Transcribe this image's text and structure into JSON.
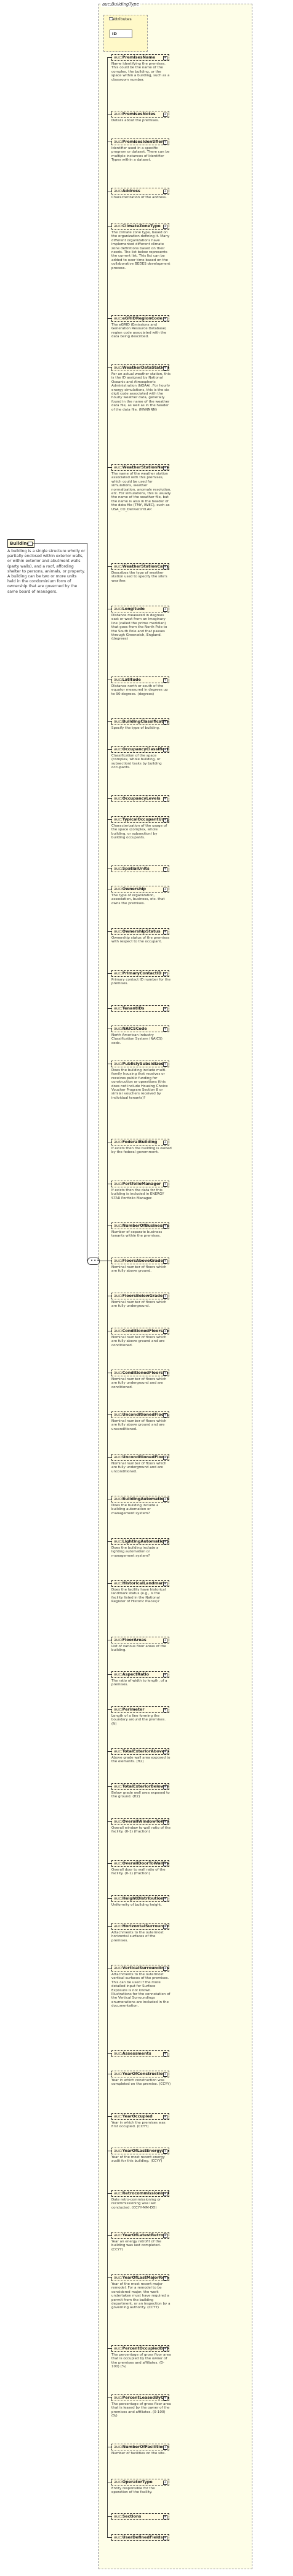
{
  "frame_title": "auc:BuildingType",
  "attributes_label": "attributes",
  "attribute_id": "ID",
  "root": {
    "name": "Building",
    "doc": "A building is a single structure wholly or partially enclosed within exterior walls, or within exterior and abutment walls (party walls), and a roof, affording shelter to persons, animals, or property. A building can be two or more units held in the condominium form of ownership that are governed by the same board of managers."
  },
  "sequence_icon": "sequence-compositor",
  "elements": [
    {
      "name": "PremisesName",
      "doc": "Name identifying the premises. This could be the name of the complex, the building, or the space within a building, such as a classroom number."
    },
    {
      "name": "PremisesNotes",
      "doc": "Details about the premises."
    },
    {
      "name": "PremisesIdentifiers",
      "doc": "Identifier used in a specific program or dataset. There can be multiple instances of Identifier Types within a dataset."
    },
    {
      "name": "Address",
      "doc": "Characterization of the address."
    },
    {
      "name": "ClimateZoneType",
      "doc": "The climate zone type, based on the organization defining it. Many different organizations have implemented different climate zone definitions based on their needs. The list below represents the current list. This list can be added to over time based on the collaborative BEDES development process."
    },
    {
      "name": "eGRIDRegionCode",
      "doc": "The eGRID (Emissions and Generation Resource Database) region code associated with the data being described."
    },
    {
      "name": "WeatherDataStationID",
      "doc": "For an actual weather station, this is the ID assigned by National Oceanic and Atmospheric Administration (NOAA). For hourly energy simulations, this is the six digit code associated with the hourly weather data, generally found in the name of the weather data file, as well as in the header of the data file. (NNNNNN)"
    },
    {
      "name": "WeatherStationName",
      "doc": "The name of the weather station associated with this premises, which could be used for simulations, weather normalization, anomaly resolution, etc. For simulations, this is usually the name of the weather file, but the name is also in the header of the data file (TMY, IWEC), such as USA_CO_Denver.Intl.AP."
    },
    {
      "name": "WeatherStationCategory",
      "doc": "Describes the type of weather station used to specify the site's weather."
    },
    {
      "name": "Longitude",
      "doc": "Distance measured in degrees east or west from an imaginary line (called the prime meridian) that goes from the North Pole to the South Pole and that passes through Greenwich, England. (degrees)"
    },
    {
      "name": "Latitude",
      "doc": "Distance north or south of the equator measured in degrees up to 90 degrees. (degrees)"
    },
    {
      "name": "BuildingClassification",
      "doc": "Specify the type of building."
    },
    {
      "name": "OccupancyClassification",
      "doc": "Classification of the space (complex, whole building, or subsection) tasks by building occupants."
    },
    {
      "name": "OccupancyLevels",
      "doc": ""
    },
    {
      "name": "TypicalOccupantUsages",
      "doc": "Characterization of the usage of the space (complex, whole building, or subsection) by building occupants."
    },
    {
      "name": "SpatialUnits",
      "doc": ""
    },
    {
      "name": "Ownership",
      "doc": "The type of organization, association, business, etc. that owns the premises."
    },
    {
      "name": "OwnershipStatus",
      "doc": "Ownership status of the premises with respect to the occupant."
    },
    {
      "name": "PrimaryContactID",
      "doc": "Primary contact ID number for the premises."
    },
    {
      "name": "TenantIDs",
      "doc": ""
    },
    {
      "name": "NAICSCode",
      "doc": "North American Industry Classification System (NAICS) code."
    },
    {
      "name": "PubliclySubsidized",
      "doc": "Does the building include multi-family housing that receives or receives public funding for construction or operations (this does not include Housing Choice Voucher Program Section 8 or similar vouchers received by individual tenants)?"
    },
    {
      "name": "FederalBuilding",
      "doc": "If exists then the building is owned by the federal government."
    },
    {
      "name": "PortfolioManager",
      "doc": "If exists then the data for this building is included in ENERGY STAR Portfolio Manager."
    },
    {
      "name": "NumberOfBusinesses",
      "doc": "Number of separate business tenants within the premises."
    },
    {
      "name": "FloorsAboveGrade",
      "doc": "Nominal number of floors which are fully above ground."
    },
    {
      "name": "FloorsBelowGrade",
      "doc": "Nominal number of floors which are fully underground."
    },
    {
      "name": "ConditionedFloorsAboveGrade",
      "doc": "Nominal number of floors which are fully above ground and are conditioned."
    },
    {
      "name": "ConditionedFloorsBelowGrade",
      "doc": "Nominal number of floors which are fully underground and are conditioned."
    },
    {
      "name": "UnconditionedFloorsAboveGrade",
      "doc": "Nominal number of floors which are fully above ground and are unconditioned."
    },
    {
      "name": "UnconditionedFloorsBelowGrade",
      "doc": "Nominal number of floors which are fully underground and are unconditioned."
    },
    {
      "name": "BuildingAutomationSystem",
      "doc": "Does the building include a building automation or management system?"
    },
    {
      "name": "LightingAutomationSystem",
      "doc": "Does the building include a lighting automation or management system?"
    },
    {
      "name": "HistoricalLandmark",
      "doc": "Does the facility have historical landmark status (e.g., is the facility listed in the National Register of Historic Places)?"
    },
    {
      "name": "FloorAreas",
      "doc": "List of various floor areas of the building."
    },
    {
      "name": "AspectRatio",
      "doc": "The ratio of width to length, of a premises."
    },
    {
      "name": "Perimeter",
      "doc": "Length of a line forming the boundary around the premises. (ft)"
    },
    {
      "name": "TotalExteriorAboveGradeWallArea",
      "doc": "Above grade wall area exposed to the elements. (ft2)"
    },
    {
      "name": "TotalExteriorBelowGradeWallArea",
      "doc": "Below grade wall area exposed to the ground. (ft2)"
    },
    {
      "name": "OverallWindowToWallRatio",
      "doc": "Overall window to wall ratio of the facility. (0-1) (fraction)"
    },
    {
      "name": "OverallDoorToWallRatio",
      "doc": "Overall door to wall ratio of the facility. (0-1) (fraction)"
    },
    {
      "name": "HeightDistribution",
      "doc": "Uniformity of building height."
    },
    {
      "name": "HorizontalSurroundings",
      "doc": "Attachments to the outermost horizontal surfaces of the premises."
    },
    {
      "name": "VerticalSurroundings",
      "doc": "Attachments to the outermost vertical surfaces of the premises. This can be used if the more detailed input for Surface Exposure is not known. Illustrations for the connotation of the Vertical Surroundings enumerations are included in the documentation."
    },
    {
      "name": "Assessments",
      "doc": ""
    },
    {
      "name": "YearOfConstruction",
      "doc": "Year in which construction was completed on the premise. (CCYY)"
    },
    {
      "name": "YearOccupied",
      "doc": "Year in which the premises was first occupied. (CCYY)"
    },
    {
      "name": "YearOfLastEnergyAudit",
      "doc": "Year of the most recent energy audit for this building. (CCYY)"
    },
    {
      "name": "RetrocommissioningDate",
      "doc": "Date retro-commissioning or recommissioning was last conducted. (CCYY-MM-DD)"
    },
    {
      "name": "YearOfLatestRetrofit",
      "doc": "Year an energy retrofit of the building was last completed. (CCYY)"
    },
    {
      "name": "YearOfLastMajorRemodel",
      "doc": "Year of the most recent major remodel. For a remodel to be considered major, the work undertaken must have required a permit from the building department, or an inspection by a governing authority. (CCYY)"
    },
    {
      "name": "PercentOccupiedByOwner",
      "doc": "The percentage of gross floor area that is occupied by the owner of the premises and affiliates. (0-100) (%)"
    },
    {
      "name": "PercentLeasedByOwner",
      "doc": "The percentage of gross floor area that is leased by the owner of the premises and affiliates. (0-100) (%)"
    },
    {
      "name": "NumberOfFacilitiesOnSite",
      "doc": "Number of facilities on the site."
    },
    {
      "name": "OperatorType",
      "doc": "Entity responsible for the operation of the facility."
    },
    {
      "name": "Sections",
      "doc": ""
    },
    {
      "name": "UserDefinedFields",
      "doc": ""
    }
  ]
}
